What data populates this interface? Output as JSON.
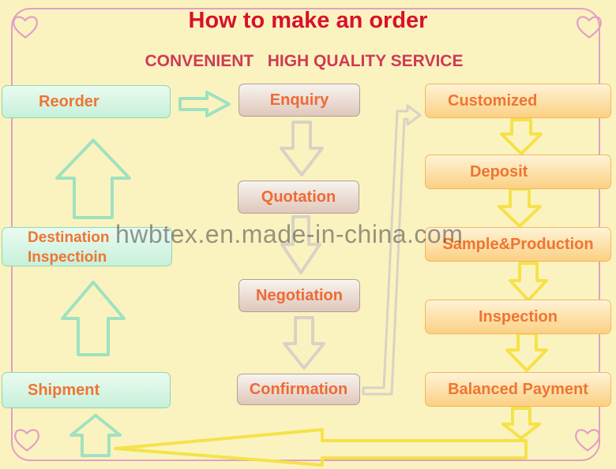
{
  "title": "How to make an order",
  "subtitle": "CONVENIENT   HIGH QUALITY SERVICE",
  "watermark": "hwbtex.en.made-in-china.com",
  "steps": {
    "reorder": "Reorder",
    "destination_line1": "Destination",
    "destination_line2": "Inspectioin",
    "shipment": "Shipment",
    "enquiry": "Enquiry",
    "quotation": "Quotation",
    "negotiation": "Negotiation",
    "confirmation": "Confirmation",
    "customized": "Customized",
    "deposit": "Deposit",
    "sample_production": "Sample&Production",
    "inspection": "Inspection",
    "balanced_payment": "Balanced Payment"
  },
  "colors": {
    "background": "#fbf3bf",
    "title": "#d8102e",
    "subtitle": "#cf3a55",
    "label": "#ef7532",
    "green_arrow": "#9fe2c0",
    "gray_arrow": "#d9d2c4",
    "yellow_arrow": "#f5e24a",
    "frame": "#e2a0c6"
  }
}
